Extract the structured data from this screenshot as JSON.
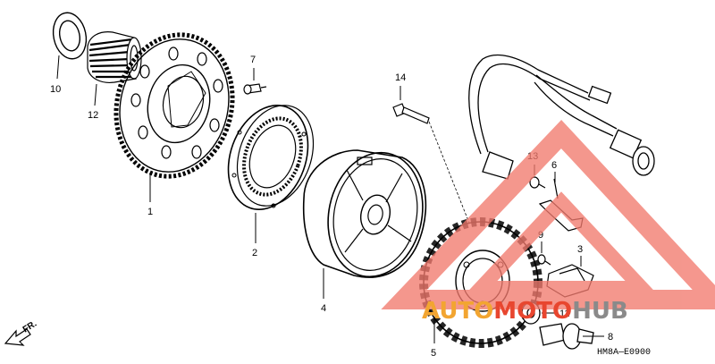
{
  "diagram": {
    "labels": [
      {
        "id": "p10",
        "text": "10"
      },
      {
        "id": "p12",
        "text": "12"
      },
      {
        "id": "p1",
        "text": "1"
      },
      {
        "id": "p7",
        "text": "7"
      },
      {
        "id": "p2",
        "text": "2"
      },
      {
        "id": "p4",
        "text": "4"
      },
      {
        "id": "p14",
        "text": "14"
      },
      {
        "id": "p13",
        "text": "13"
      },
      {
        "id": "p6",
        "text": "6"
      },
      {
        "id": "p9",
        "text": "9"
      },
      {
        "id": "p3",
        "text": "3"
      },
      {
        "id": "p11",
        "text": "11"
      },
      {
        "id": "p8",
        "text": "8"
      },
      {
        "id": "p5",
        "text": "5"
      }
    ],
    "direction_marker": "FR.",
    "diagram_code": "HM8A—E0900"
  },
  "watermark": {
    "part1": "AUTO",
    "part2": "MOTO",
    "part3": "HUB",
    "colors": {
      "red": "#e8462f",
      "orange": "#f2a531",
      "gray": "#8a8a8a",
      "triangle": "#f27a6e"
    }
  }
}
